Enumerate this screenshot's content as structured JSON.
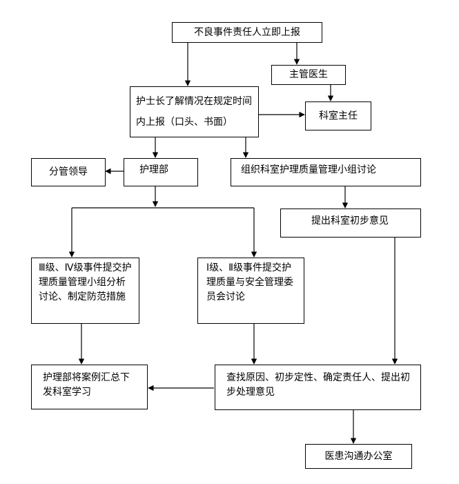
{
  "nodes": {
    "report": "不良事件责任人立即上报",
    "supervisor": "主管医生",
    "head_nurse": "护士长了解情况在规定时间内上报（口头、书面）",
    "dept_director": "科室主任",
    "leader": "分管领导",
    "nursing_dept": "护理部",
    "group_discuss": "组织科室护理质量管理小组讨论",
    "dept_opinion": "提出科室初步意见",
    "level_34": "Ⅲ级、Ⅳ级事件提交护理质量管理小组分析讨论、制定防范措施",
    "level_12": "Ⅰ级、Ⅱ级事件提交护理质量与安全管理委员会讨论",
    "case_summary": "护理部将案例汇总下发科室学习",
    "find_cause": "查找原因、初步定性、确定责任人、提出初步处理意见",
    "communication": "医患沟通办公室"
  }
}
